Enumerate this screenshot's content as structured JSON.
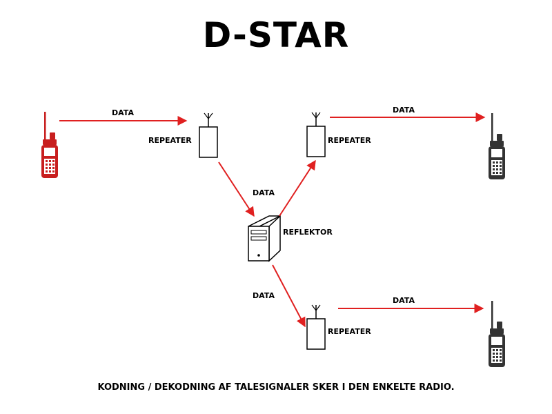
{
  "title": "D-STAR",
  "footer": "KODNING / DEKODNING AF TALESIGNALER SKER I DEN ENKELTE RADIO.",
  "nodes": {
    "repeater_1": "REPEATER",
    "repeater_2": "REPEATER",
    "repeater_3": "REPEATER",
    "reflector": "REFLEKTOR"
  },
  "links": {
    "radio_to_repeater_1": "DATA",
    "reflector_path": "DATA",
    "repeater_2_to_radio": "DATA",
    "reflector_to_repeater_3": "DATA",
    "repeater_3_to_radio": "DATA"
  },
  "colors": {
    "arrow": "#e02020",
    "source_radio": "#c81e1e",
    "receiving_radio": "#333333"
  },
  "icons": {
    "radio": "handheld-radio-icon",
    "repeater": "repeater-tower-icon",
    "reflector": "server-tower-icon"
  }
}
